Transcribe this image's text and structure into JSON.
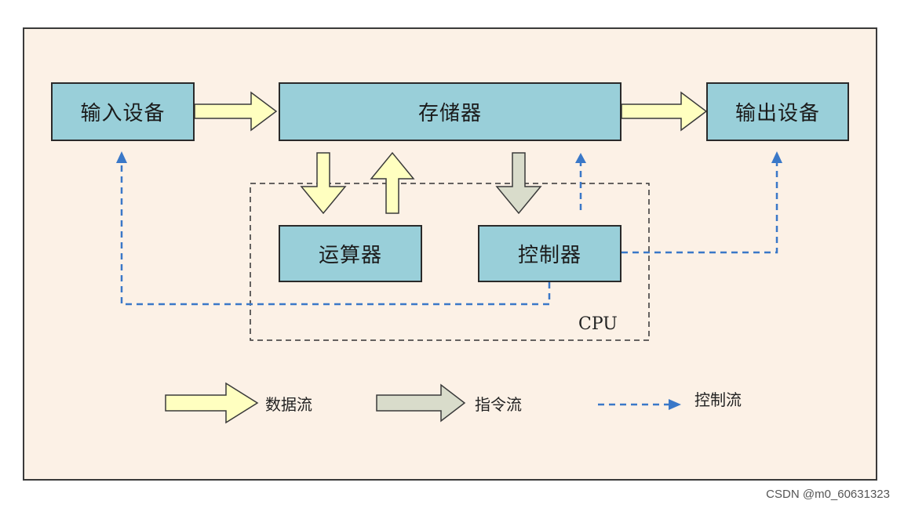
{
  "nodes": {
    "input_device": "输入设备",
    "memory": "存储器",
    "output_device": "输出设备",
    "alu": "运算器",
    "controller": "控制器"
  },
  "cpu_label": "CPU",
  "legend": {
    "data_flow": "数据流",
    "instruction_flow": "指令流",
    "control_flow": "控制流"
  },
  "colors": {
    "box_fill": "#99cfd9",
    "data_arrow": "#ffffc0",
    "instruction_arrow": "#d9dccb",
    "control_line": "#3a78c8",
    "background": "#fcf1e6"
  },
  "watermark": "CSDN @m0_60631323"
}
